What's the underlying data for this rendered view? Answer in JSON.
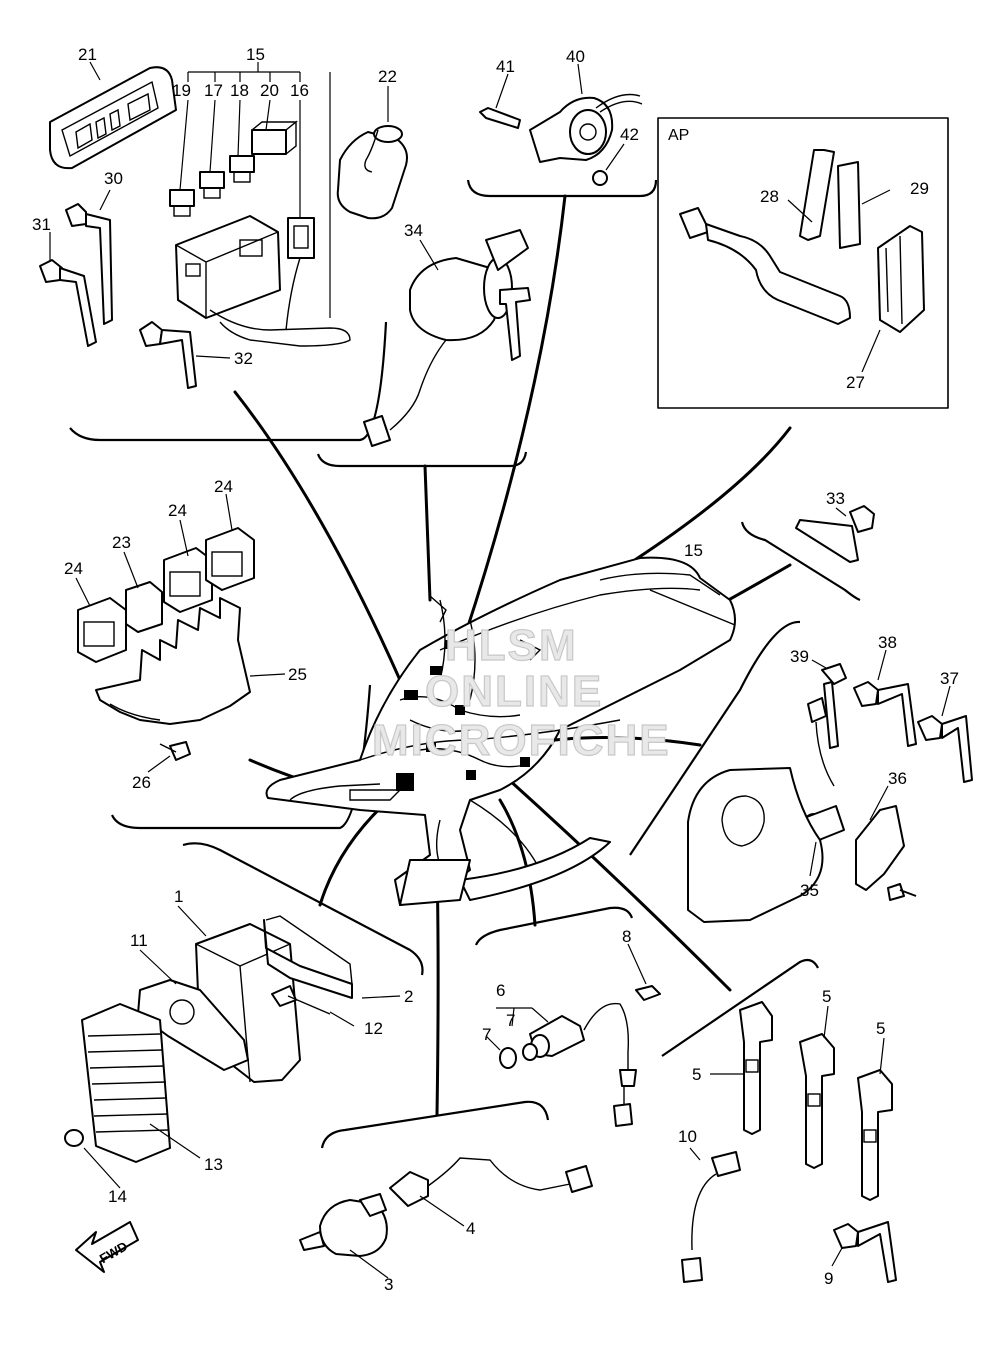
{
  "diagram": {
    "labels": {
      "p1": "1",
      "p2": "2",
      "p3": "3",
      "p4": "4",
      "p5a": "5",
      "p5b": "5",
      "p5c": "5",
      "p6": "6",
      "p7a": "7",
      "p7b": "7",
      "p8": "8",
      "p9": "9",
      "p10": "10",
      "p11": "11",
      "p12": "12",
      "p13": "13",
      "p14": "14",
      "p15a": "15",
      "p15b": "15",
      "p16": "16",
      "p17": "17",
      "p18": "18",
      "p19": "19",
      "p20": "20",
      "p21": "21",
      "p22": "22",
      "p23": "23",
      "p24a": "24",
      "p24b": "24",
      "p24c": "24",
      "p25": "25",
      "p26": "26",
      "p27": "27",
      "p28": "28",
      "p29": "29",
      "p30": "30",
      "p31": "31",
      "p32": "32",
      "p33": "33",
      "p34": "34",
      "p35": "35",
      "p36": "36",
      "p37": "37",
      "p38": "38",
      "p39": "39",
      "p40": "40",
      "p41": "41",
      "p42": "42"
    },
    "ap_box_label": "AP",
    "fwd_label": "FWD",
    "watermark": [
      "HLSM",
      "ONLINE",
      "MICROFICHE"
    ]
  }
}
